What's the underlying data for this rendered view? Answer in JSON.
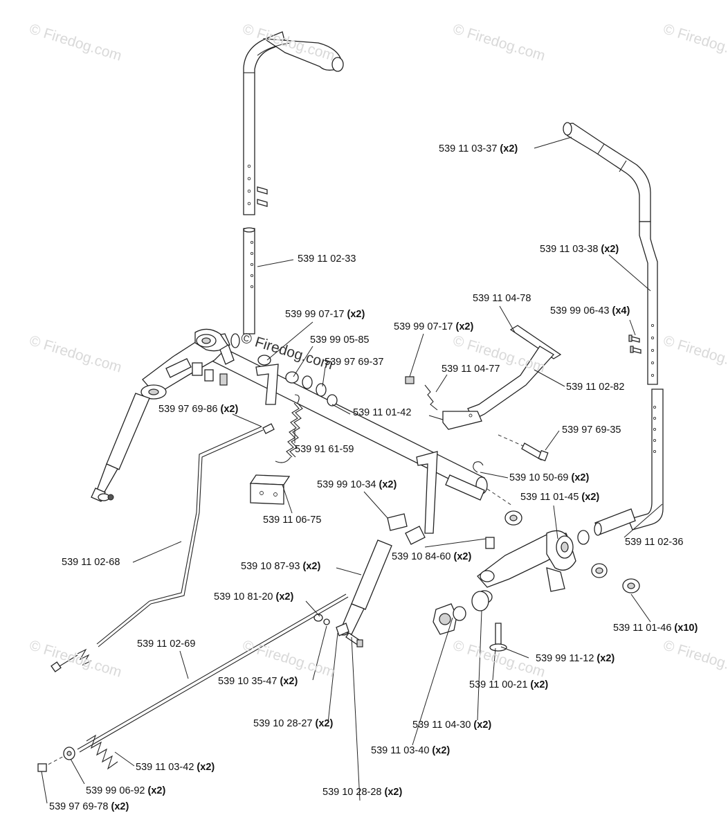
{
  "watermark": {
    "text": "© Firedog.com",
    "center_text": "© Firedog.com"
  },
  "callouts": [
    {
      "id": "p-539-11-03-37",
      "part": "539  11 03-37",
      "qty": "(x2)"
    },
    {
      "id": "p-539-11-02-33",
      "part": "539  11 02-33",
      "qty": ""
    },
    {
      "id": "p-539-11-03-38",
      "part": "539  11 03-38",
      "qty": "(x2)"
    },
    {
      "id": "p-539-11-04-78",
      "part": "539  11 04-78",
      "qty": ""
    },
    {
      "id": "p-539-99-07-17-a",
      "part": "539  99 07-17",
      "qty": "(x2)"
    },
    {
      "id": "p-539-99-06-43",
      "part": "539  99 06-43",
      "qty": "(x4)"
    },
    {
      "id": "p-539-99-07-17-b",
      "part": "539  99 07-17",
      "qty": "(x2)"
    },
    {
      "id": "p-539-99-05-85",
      "part": "539  99 05-85",
      "qty": ""
    },
    {
      "id": "p-539-97-69-37",
      "part": "539  97 69-37",
      "qty": ""
    },
    {
      "id": "p-539-11-04-77",
      "part": "539  11 04-77",
      "qty": ""
    },
    {
      "id": "p-539-11-02-82",
      "part": "539  11 02-82",
      "qty": ""
    },
    {
      "id": "p-539-97-69-86",
      "part": "539  97 69-86",
      "qty": "(x2)"
    },
    {
      "id": "p-539-11-01-42",
      "part": "539  11 01-42",
      "qty": ""
    },
    {
      "id": "p-539-91-61-59",
      "part": "539  91 61-59",
      "qty": ""
    },
    {
      "id": "p-539-97-69-35",
      "part": "539  97 69-35",
      "qty": ""
    },
    {
      "id": "p-539-10-50-69",
      "part": "539  10 50-69",
      "qty": "(x2)"
    },
    {
      "id": "p-539-99-10-34",
      "part": "539  99 10-34",
      "qty": "(x2)"
    },
    {
      "id": "p-539-11-01-45",
      "part": "539  11 01-45",
      "qty": "(x2)"
    },
    {
      "id": "p-539-11-06-75",
      "part": "539  11 06-75",
      "qty": ""
    },
    {
      "id": "p-539-11-02-36",
      "part": "539  11 02-36",
      "qty": ""
    },
    {
      "id": "p-539-10-84-60",
      "part": "539  10 84-60",
      "qty": "(x2)"
    },
    {
      "id": "p-539-11-02-68",
      "part": "539  11 02-68",
      "qty": ""
    },
    {
      "id": "p-539-10-87-93",
      "part": "539  10 87-93",
      "qty": "(x2)"
    },
    {
      "id": "p-539-10-81-20",
      "part": "539  10 81-20",
      "qty": "(x2)"
    },
    {
      "id": "p-539-11-01-46",
      "part": "539  11 01-46",
      "qty": "(x10)"
    },
    {
      "id": "p-539-11-02-69",
      "part": "539  11 02-69",
      "qty": ""
    },
    {
      "id": "p-539-99-11-12",
      "part": "539  99 11-12",
      "qty": "(x2)"
    },
    {
      "id": "p-539-10-35-47",
      "part": "539  10 35-47",
      "qty": "(x2)"
    },
    {
      "id": "p-539-11-00-21",
      "part": "539  11 00-21",
      "qty": "(x2)"
    },
    {
      "id": "p-539-10-28-27",
      "part": "539  10 28-27",
      "qty": "(x2)"
    },
    {
      "id": "p-539-11-04-30",
      "part": "539  11 04-30",
      "qty": "(x2)"
    },
    {
      "id": "p-539-11-03-40",
      "part": "539  11 03-40",
      "qty": "(x2)"
    },
    {
      "id": "p-539-11-03-42",
      "part": "539  11 03-42",
      "qty": "(x2)"
    },
    {
      "id": "p-539-99-06-92",
      "part": "539  99 06-92",
      "qty": "(x2)"
    },
    {
      "id": "p-539-10-28-28",
      "part": "539  10 28-28",
      "qty": "(x2)"
    },
    {
      "id": "p-539-97-69-78",
      "part": "539  97 69-78",
      "qty": "(x2)"
    }
  ]
}
